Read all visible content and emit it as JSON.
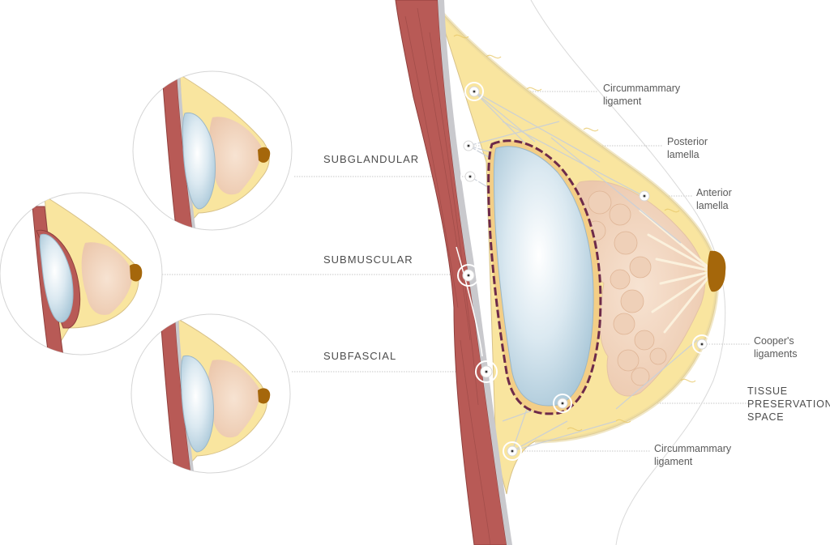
{
  "placements": {
    "subglandular": "SUBGLANDULAR",
    "submuscular": "SUBMUSCULAR",
    "subfascial": "SUBFASCIAL"
  },
  "labels": {
    "circummammary_top": {
      "line1": "Circummammary",
      "line2": "ligament"
    },
    "posterior_lamella": {
      "line1": "Posterior",
      "line2": "lamella"
    },
    "anterior_lamella": {
      "line1": "Anterior",
      "line2": "lamella"
    },
    "coopers_ligaments": {
      "line1": "Cooper's",
      "line2": "ligaments"
    },
    "tissue_preservation": {
      "line1": "TISSUE",
      "line2": "PRESERVATION",
      "line3": "SPACE"
    },
    "circummammary_bottom": {
      "line1": "Circummammary",
      "line2": "ligament"
    }
  },
  "colors": {
    "muscle": "#b85a56",
    "fat": "#f8e49c",
    "gland": "#f3d8c2",
    "implant": "#cfe3ee",
    "nipple": "#a5670b",
    "leader": "#9a9a9a"
  }
}
